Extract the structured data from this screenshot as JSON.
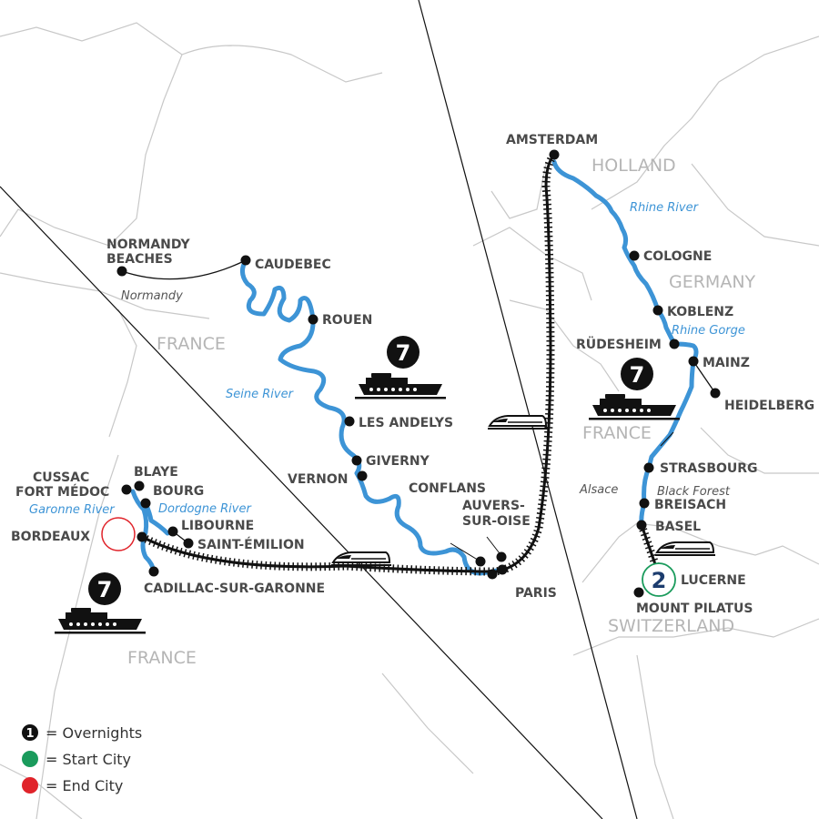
{
  "cities": {
    "normandy_beaches_1": "NORMANDY",
    "normandy_beaches_2": "BEACHES",
    "caudebec": "CAUDEBEC",
    "rouen": "ROUEN",
    "les_andelys": "LES ANDELYS",
    "giverny": "GIVERNY",
    "vernon": "VERNON",
    "conflans": "CONFLANS",
    "auvers_1": "AUVERS-",
    "auvers_2": "SUR-OISE",
    "paris": "PARIS",
    "amsterdam": "AMSTERDAM",
    "cologne": "COLOGNE",
    "koblenz": "KOBLENZ",
    "rudesheim": "RÜDESHEIM",
    "mainz": "MAINZ",
    "heidelberg": "HEIDELBERG",
    "strasbourg": "STRASBOURG",
    "breisach": "BREISACH",
    "basel": "BASEL",
    "lucerne": "LUCERNE",
    "mount_pilatus": "MOUNT PILATUS",
    "cussac_1": "CUSSAC",
    "cussac_2": "FORT MÉDOC",
    "blaye": "BLAYE",
    "bourg": "BOURG",
    "libourne": "LIBOURNE",
    "saint_emilion": "SAINT-ÉMILION",
    "bordeaux": "BORDEAUX",
    "cadillac": "CADILLAC-SUR-GARONNE"
  },
  "countries": {
    "france_north": "FRANCE",
    "france_east": "FRANCE",
    "france_south": "FRANCE",
    "holland": "HOLLAND",
    "germany": "GERMANY",
    "switzerland": "SWITZERLAND"
  },
  "rivers": {
    "seine": "Seine River",
    "rhine": "Rhine River",
    "rhine_gorge": "Rhine Gorge",
    "garonne": "Garonne River",
    "dordogne": "Dordogne River"
  },
  "regions": {
    "normandy": "Normandy",
    "alsace": "Alsace",
    "black_forest": "Black Forest"
  },
  "overnights": {
    "seine": "7",
    "rhine": "7",
    "bordeaux": "7",
    "lucerne": "2"
  },
  "legend": {
    "sample_number": "1",
    "overnights": "= Overnights",
    "start_city": "= Start City",
    "end_city": "= End City"
  },
  "colors": {
    "river": "#3d94d6",
    "start_city": "#1a9b5c",
    "end_city": "#e0232a",
    "overnight_badge": "#111111",
    "lucerne_number": "#1c3c6e"
  },
  "icons": [
    "ship-icon",
    "train-icon"
  ]
}
